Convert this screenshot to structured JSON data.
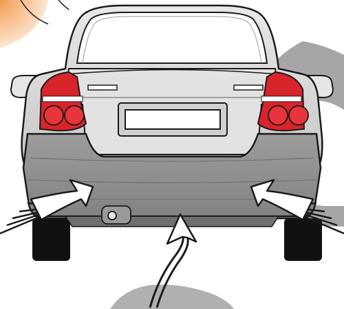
{
  "figure": {
    "subject": "car-rear-view",
    "colors": {
      "body_light": "#d5d5d5",
      "body_mid": "#b8b8b8",
      "bumper": "#8e8e8e",
      "tail_light_red": "#d8242b",
      "tail_light_dark": "#8f1419",
      "tire": "#111111",
      "outline": "#1a1a1a",
      "background_accent_grey": "#a6a6a6",
      "background_accent_orange": "#f3b37a"
    },
    "arrows": [
      {
        "name": "left-side-arrow",
        "direction": "upper-right"
      },
      {
        "name": "right-side-arrow",
        "direction": "upper-left"
      },
      {
        "name": "bottom-center-arrow",
        "direction": "up"
      }
    ],
    "license_plate_text": ""
  }
}
